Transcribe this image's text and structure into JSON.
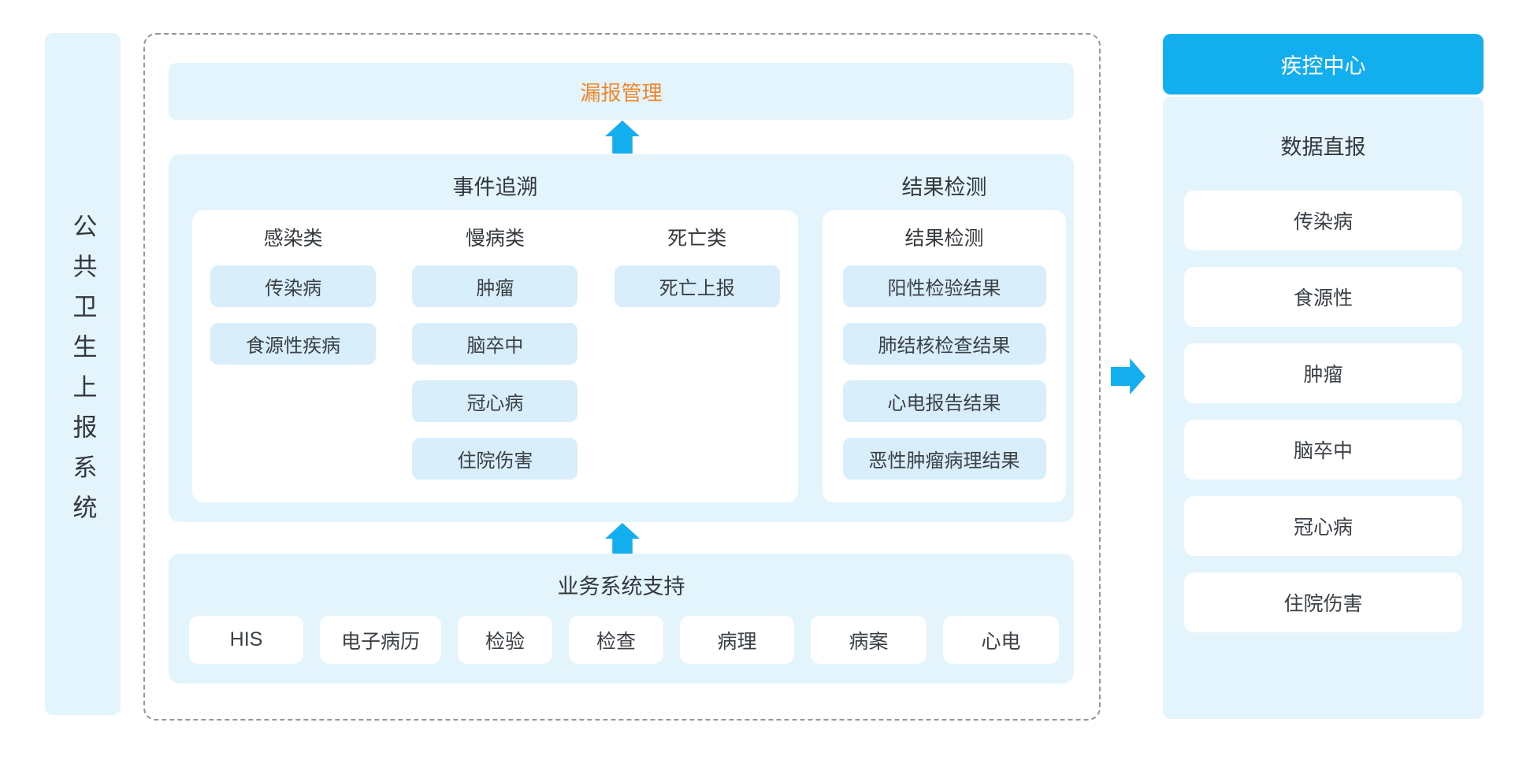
{
  "colors": {
    "accent_blue": "#12AEED",
    "panel_blue": "#E3F4FC",
    "chip_blue": "#D8EEFB",
    "orange": "#F0862A",
    "text_dark": "#3A4045"
  },
  "left_bar": {
    "label": "公共卫生上报系统"
  },
  "overflow_bar": {
    "label": "漏报管理"
  },
  "event_trace": {
    "title": "事件追溯",
    "columns": [
      {
        "header": "感染类",
        "chips": [
          "传染病",
          "食源性疾病"
        ]
      },
      {
        "header": "慢病类",
        "chips": [
          "肿瘤",
          "脑卒中",
          "冠心病",
          "住院伤害"
        ]
      },
      {
        "header": "死亡类",
        "chips": [
          "死亡上报"
        ]
      }
    ]
  },
  "result_check": {
    "title": "结果检测",
    "header": "结果检测",
    "chips": [
      "阳性检验结果",
      "肺结核检查结果",
      "心电报告结果",
      "恶性肿瘤病理结果"
    ]
  },
  "business_support": {
    "title": "业务系统支持",
    "chips": [
      "HIS",
      "电子病历",
      "检验",
      "检查",
      "病理",
      "病案",
      "心电"
    ]
  },
  "cdc": {
    "header": "疾控中心",
    "subtitle": "数据直报",
    "chips": [
      "传染病",
      "食源性",
      "肿瘤",
      "脑卒中",
      "冠心病",
      "住院伤害"
    ]
  }
}
